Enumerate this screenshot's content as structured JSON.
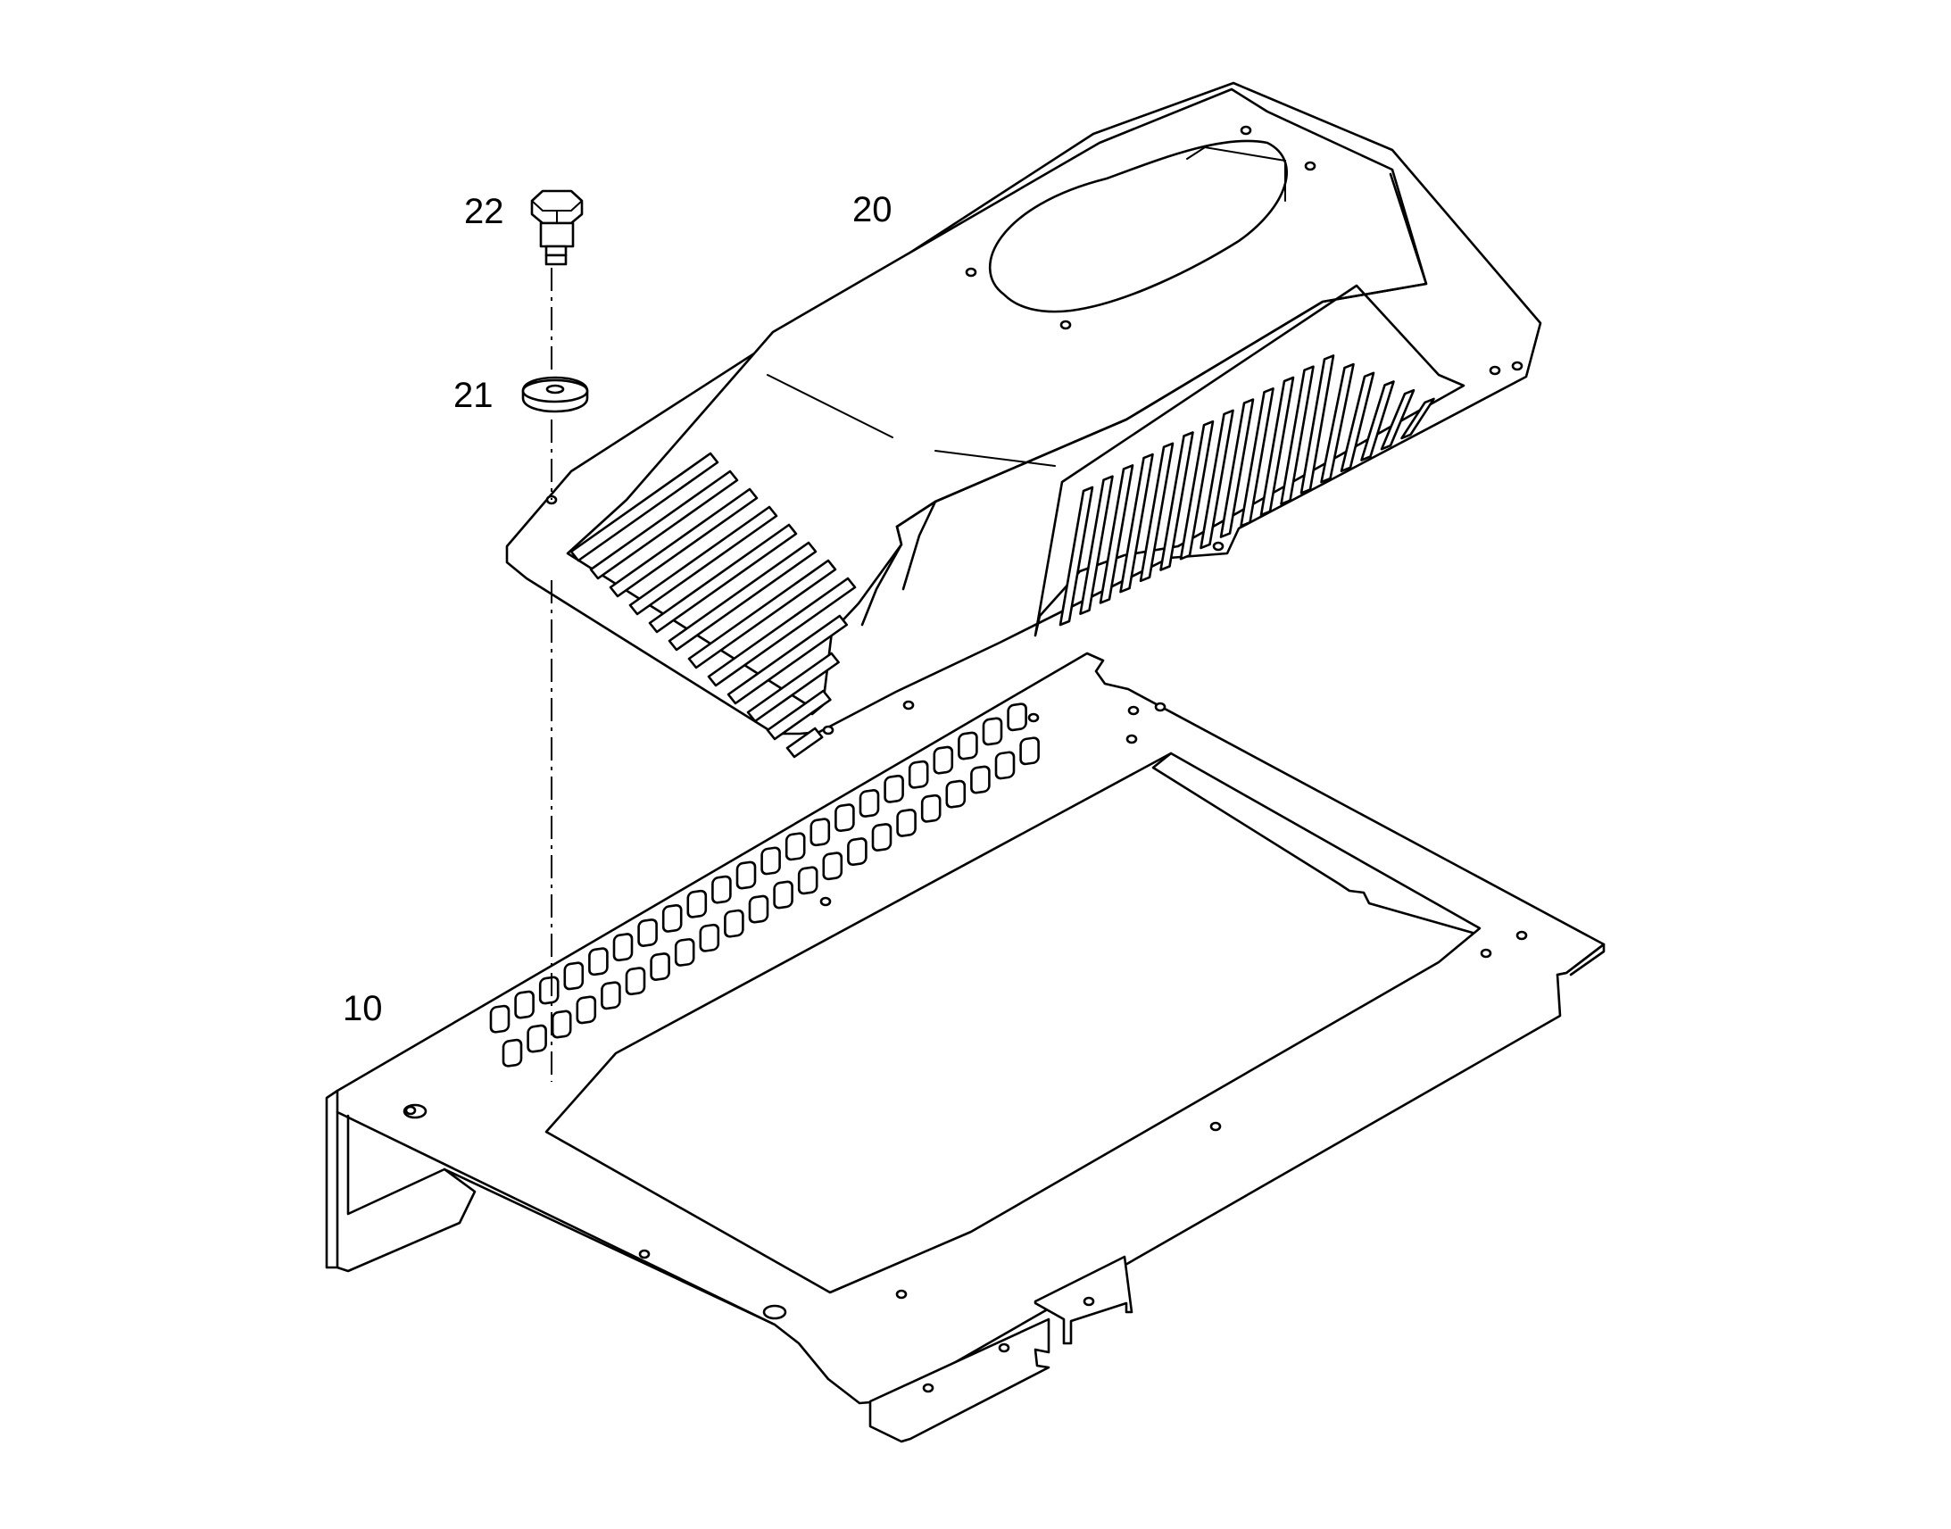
{
  "callouts": [
    {
      "label": "22",
      "part": "bolt"
    },
    {
      "label": "20",
      "part": "cover"
    },
    {
      "label": "21",
      "part": "washer"
    },
    {
      "label": "10",
      "part": "frame"
    }
  ],
  "colors": {
    "line": "#000000",
    "background": "#ffffff"
  },
  "counts": {
    "cover_front_slots": 12,
    "cover_side_slots": 18,
    "frame_slot_pairs": 22
  }
}
